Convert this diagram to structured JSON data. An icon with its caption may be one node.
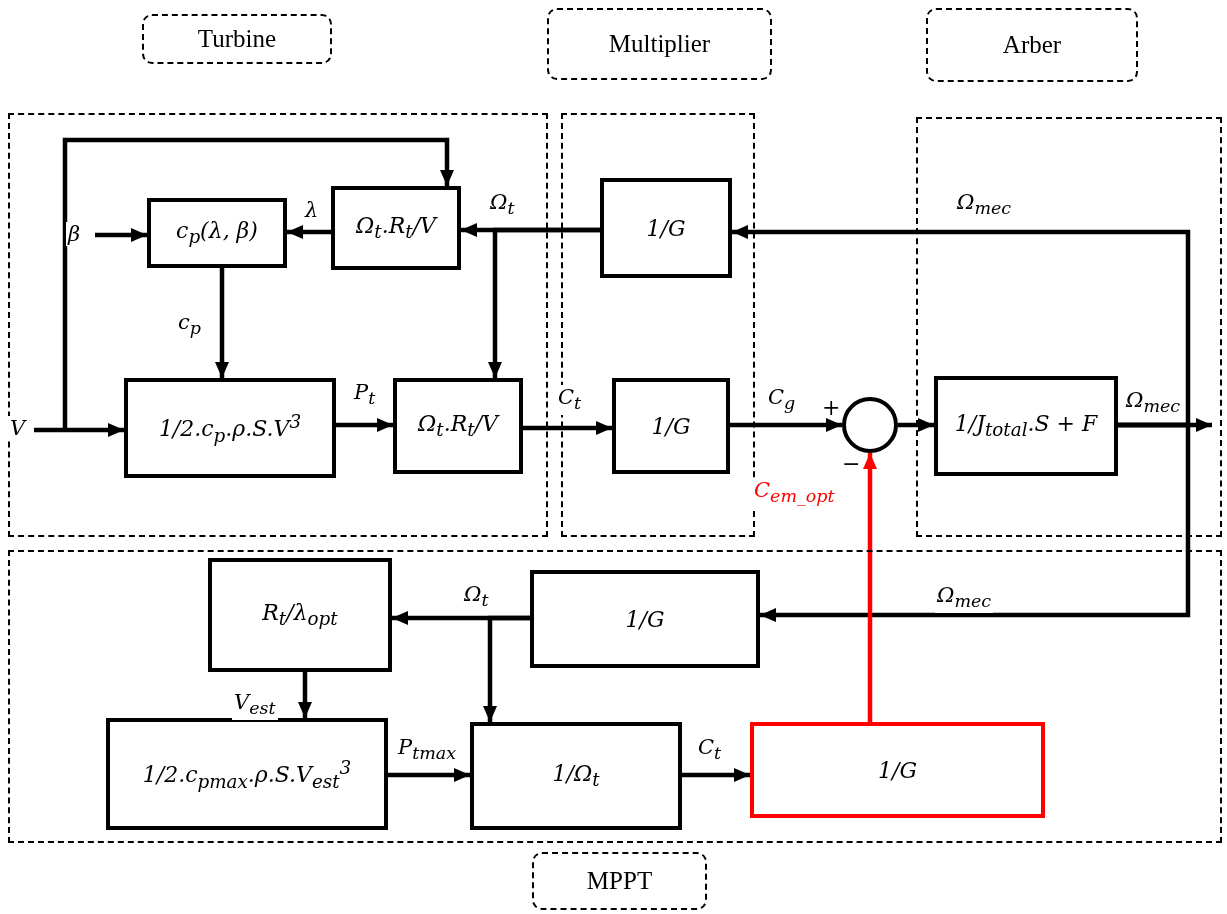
{
  "diagram": {
    "nodes": [
      {
        "text": [
          "Turbine"
        ]
      },
      {
        "text": [
          "Multiplier"
        ]
      },
      {
        "text": [
          "Arber"
        ]
      },
      {
        "text": [
          "MPPT"
        ]
      },
      {
        "text": [
          "c$_{p}$(λ, β)"
        ],
        "in": 0
      },
      {
        "text": [
          "Ω$_{t}$.R$_{t}$/V"
        ],
        "in": 0
      },
      {
        "text": [
          "1/2.c$_{p}$.ρ.S.V$^{3}$"
        ],
        "in": 0
      },
      {
        "text": [
          "Ω$_{t}$.R$_{t}$/V"
        ],
        "in": 0
      },
      {
        "text": [
          "1/G"
        ],
        "in": 1
      },
      {
        "text": [
          "1/G"
        ],
        "in": 1
      },
      {
        "text": [],
        "shape": "circle"
      },
      {
        "text": [
          "1/J$_{total}$.S + F"
        ],
        "in": 2
      },
      {
        "text": [
          "R$_{t}$/λ$_{opt}$"
        ],
        "in": 3
      },
      {
        "text": [
          "1/G"
        ],
        "in": 3
      },
      {
        "text": [
          "1/2.c$_{pmax}$.ρ.S.V$_{est}$$^{3}$"
        ],
        "in": 3
      },
      {
        "text": [
          "1/Ω$_{t}$"
        ],
        "in": 3
      },
      {
        "text": [
          "1/G"
        ],
        "in": 3
      }
    ],
    "edges": [
      {
        "from": null,
        "to": 6,
        "arrow": "to",
        "label": "V"
      },
      {
        "from": null,
        "to": 5,
        "arrow": "to"
      },
      {
        "from": null,
        "to": 4,
        "arrow": "to",
        "label": "β"
      },
      {
        "from": 5,
        "to": 4,
        "arrow": "to",
        "label": "λ"
      },
      {
        "from": 4,
        "to": 6,
        "arrow": "to",
        "label": "c$_{p}$"
      },
      {
        "from": 6,
        "to": 7,
        "arrow": "to",
        "label": "P$_{t}$"
      },
      {
        "from": 8,
        "to": 5,
        "arrow": "to",
        "label": "Ω$_{t}$"
      },
      {
        "from": 8,
        "to": 7,
        "arrow": "to"
      },
      {
        "from": 7,
        "to": 9,
        "arrow": "to",
        "label": "C$_{t}$"
      },
      {
        "from": 9,
        "to": 10,
        "arrow": "to",
        "label": "C$_{g}$"
      },
      {
        "from": 10,
        "to": 11,
        "arrow": "to"
      },
      {
        "from": 11,
        "to": null,
        "arrow": "to",
        "label": "Ω$_{mec}$"
      },
      {
        "from": 11,
        "to": 8,
        "arrow": "to",
        "label": "Ω$_{mec}$"
      },
      {
        "from": 11,
        "to": 13,
        "arrow": "to",
        "label": "Ω$_{mec}$"
      },
      {
        "from": 13,
        "to": 12,
        "arrow": "to",
        "label": "Ω$_{t}$"
      },
      {
        "from": 13,
        "to": 15,
        "arrow": "to"
      },
      {
        "from": 12,
        "to": 14,
        "arrow": "to",
        "label": "V$_{est}$"
      },
      {
        "from": 14,
        "to": 15,
        "arrow": "to",
        "label": "P$_{tmax}$"
      },
      {
        "from": 15,
        "to": 16,
        "arrow": "to",
        "label": "C$_{t}$"
      },
      {
        "from": 16,
        "to": 10,
        "arrow": "to",
        "label": "C$_{em_opt}$",
        "color": "#ff0000"
      }
    ],
    "labels": [
      "+",
      "−"
    ]
  }
}
